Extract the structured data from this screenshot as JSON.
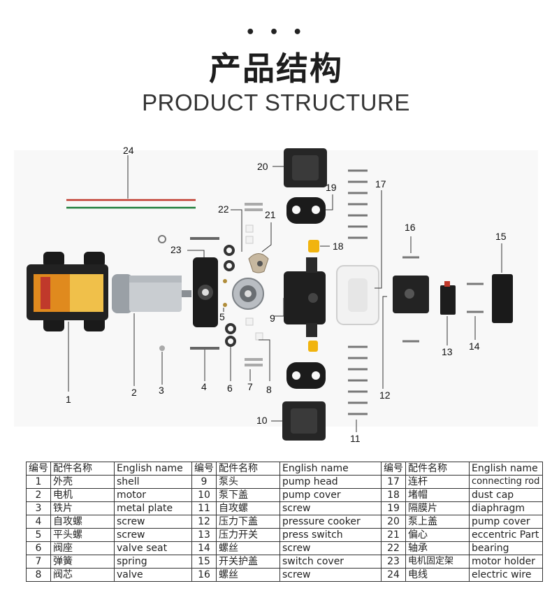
{
  "header": {
    "dots": "• • •",
    "title_cn": "产品结构",
    "title_en": "PRODUCT STRUCTURE"
  },
  "diagram": {
    "callouts": [
      "1",
      "2",
      "3",
      "4",
      "5",
      "6",
      "7",
      "8",
      "9",
      "10",
      "11",
      "12",
      "13",
      "14",
      "15",
      "16",
      "17",
      "18",
      "19",
      "20",
      "21",
      "22",
      "23",
      "24"
    ]
  },
  "table": {
    "headers": [
      "编号",
      "配件名称",
      "English name"
    ],
    "rows": [
      [
        {
          "no": "1",
          "cn": "外壳",
          "en": "shell"
        },
        {
          "no": "9",
          "cn": "泵头",
          "en": "pump head"
        },
        {
          "no": "17",
          "cn": "连杆",
          "en": "connecting rod"
        }
      ],
      [
        {
          "no": "2",
          "cn": "电机",
          "en": "motor"
        },
        {
          "no": "10",
          "cn": "泵下盖",
          "en": "pump cover"
        },
        {
          "no": "18",
          "cn": "堵帽",
          "en": "dust cap"
        }
      ],
      [
        {
          "no": "3",
          "cn": "铁片",
          "en": "metal plate"
        },
        {
          "no": "11",
          "cn": "自攻螺",
          "en": "screw"
        },
        {
          "no": "19",
          "cn": "隔膜片",
          "en": "diaphragm"
        }
      ],
      [
        {
          "no": "4",
          "cn": "自攻螺",
          "en": "screw"
        },
        {
          "no": "12",
          "cn": "压力下盖",
          "en": "pressure cooker"
        },
        {
          "no": "20",
          "cn": "泵上盖",
          "en": "pump cover"
        }
      ],
      [
        {
          "no": "5",
          "cn": "平头螺",
          "en": "screw"
        },
        {
          "no": "13",
          "cn": "压力开关",
          "en": "press switch"
        },
        {
          "no": "21",
          "cn": "偏心",
          "en": "eccentric Part"
        }
      ],
      [
        {
          "no": "6",
          "cn": "阀座",
          "en": "valve seat"
        },
        {
          "no": "14",
          "cn": "螺丝",
          "en": "screw"
        },
        {
          "no": "22",
          "cn": "轴承",
          "en": "bearing"
        }
      ],
      [
        {
          "no": "7",
          "cn": "弹簧",
          "en": "spring"
        },
        {
          "no": "15",
          "cn": "开关护盖",
          "en": "switch cover"
        },
        {
          "no": "23",
          "cn": "电机固定架",
          "en": "motor holder"
        }
      ],
      [
        {
          "no": "8",
          "cn": "阀芯",
          "en": "valve"
        },
        {
          "no": "16",
          "cn": "螺丝",
          "en": "screw"
        },
        {
          "no": "24",
          "cn": "电线",
          "en": "electric wire"
        }
      ]
    ]
  }
}
